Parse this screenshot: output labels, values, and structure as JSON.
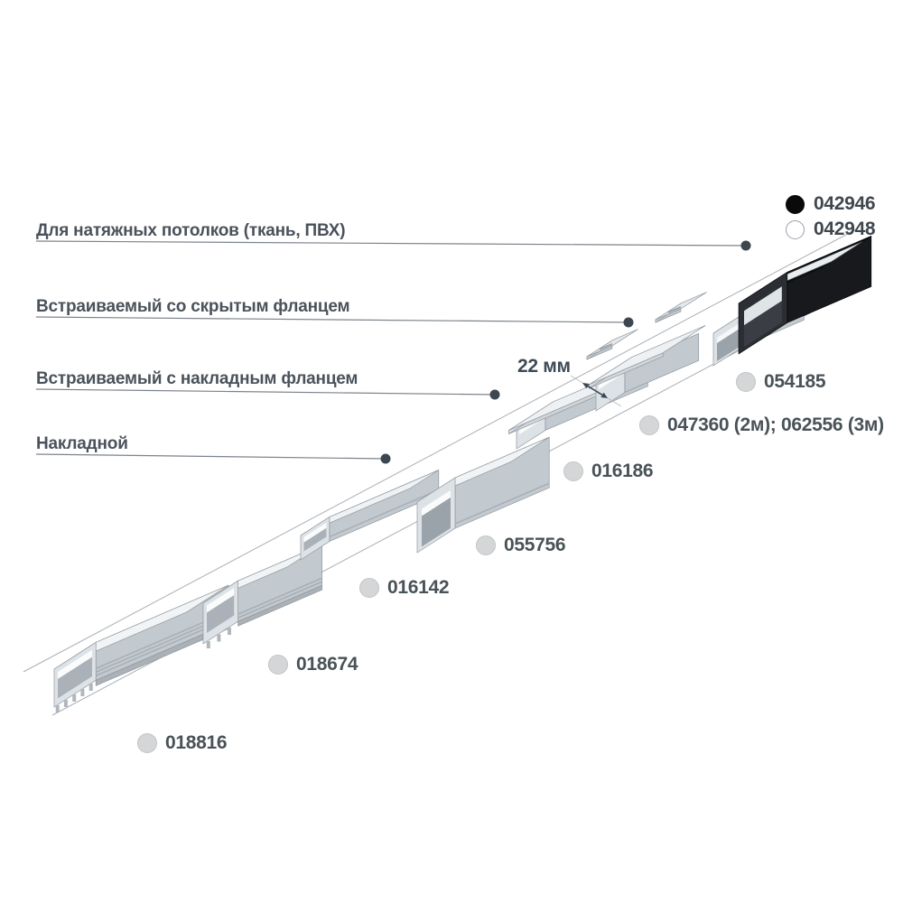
{
  "legend": {
    "items": [
      {
        "code": "042946",
        "swatch": "black"
      },
      {
        "code": "042948",
        "swatch": "white"
      }
    ]
  },
  "categories": [
    {
      "label": "Для натяжных потолков (ткань, ПВХ)"
    },
    {
      "label": "Встраиваемый со скрытым фланцем"
    },
    {
      "label": "Встраиваемый с накладным фланцем"
    },
    {
      "label": "Накладной"
    }
  ],
  "products": [
    {
      "code": "054185"
    },
    {
      "code": "047360 (2м); 062556 (3м)"
    },
    {
      "code": "016186"
    },
    {
      "code": "055756"
    },
    {
      "code": "016142"
    },
    {
      "code": "018674"
    },
    {
      "code": "018816"
    }
  ],
  "dimension": {
    "label": "22 мм"
  },
  "colors": {
    "text": "#49525b",
    "leader_line": "#7b838b",
    "leader_dot": "#3d4751",
    "guide_line": "#a9afb5",
    "chip_fill": "#d4d6d7",
    "chip_border": "#c2c4c5",
    "legend_black": "#0a0a0a",
    "aluminum_top": "#f1f4f5",
    "aluminum_side": "#c2c9cf",
    "aluminum_section": "#dde2e6",
    "black_profile": "#17191c"
  }
}
